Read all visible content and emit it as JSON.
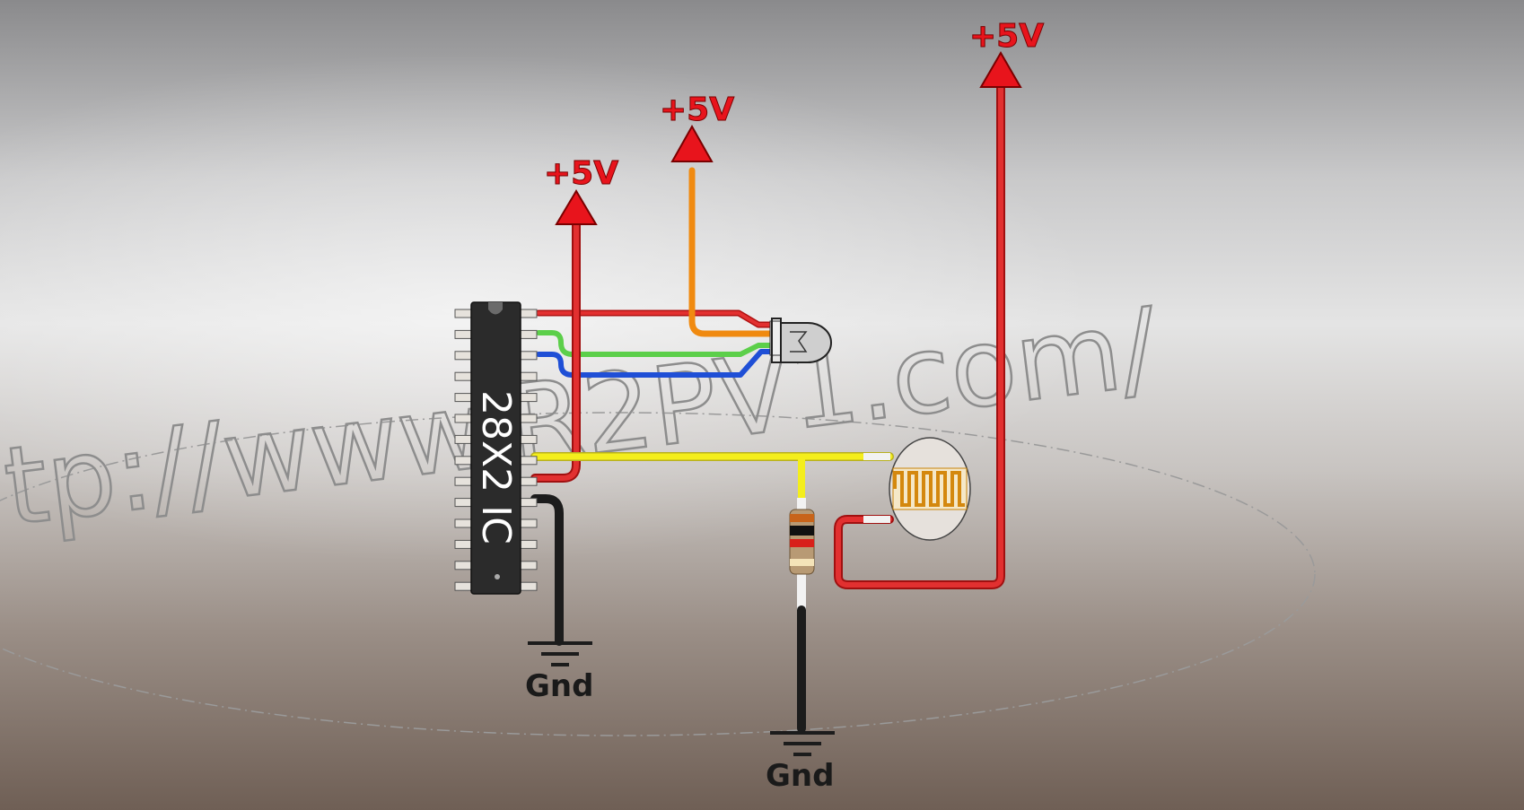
{
  "watermark": "tp://www.R2PV1.com/",
  "ic": {
    "label": "28X2 IC",
    "pins_per_side": 14
  },
  "power_labels": [
    "+5V",
    "+5V",
    "+5V"
  ],
  "ground_labels": [
    "Gnd",
    "Gnd"
  ],
  "colors": {
    "power": "#e01b1b",
    "orange": "#f08a10",
    "green": "#5ccf4a",
    "blue": "#1f4fd6",
    "yellow": "#f4ee1c",
    "ground": "#1c1c1c"
  }
}
